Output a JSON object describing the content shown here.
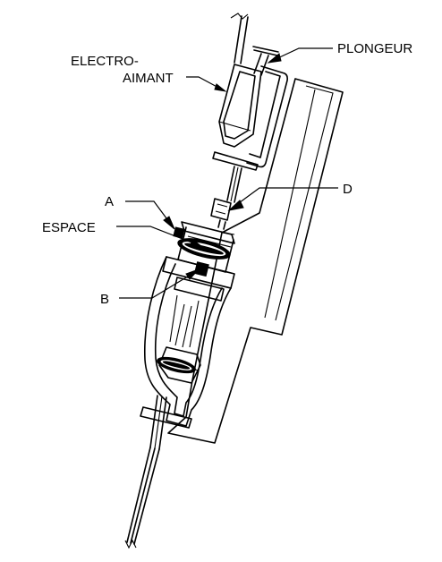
{
  "labels": {
    "electro_line1": "ELECTRO-",
    "electro_line2": "AIMANT",
    "plongeur": "PLONGEUR",
    "a": "A",
    "d": "D",
    "espace": "ESPACE",
    "b": "B"
  }
}
